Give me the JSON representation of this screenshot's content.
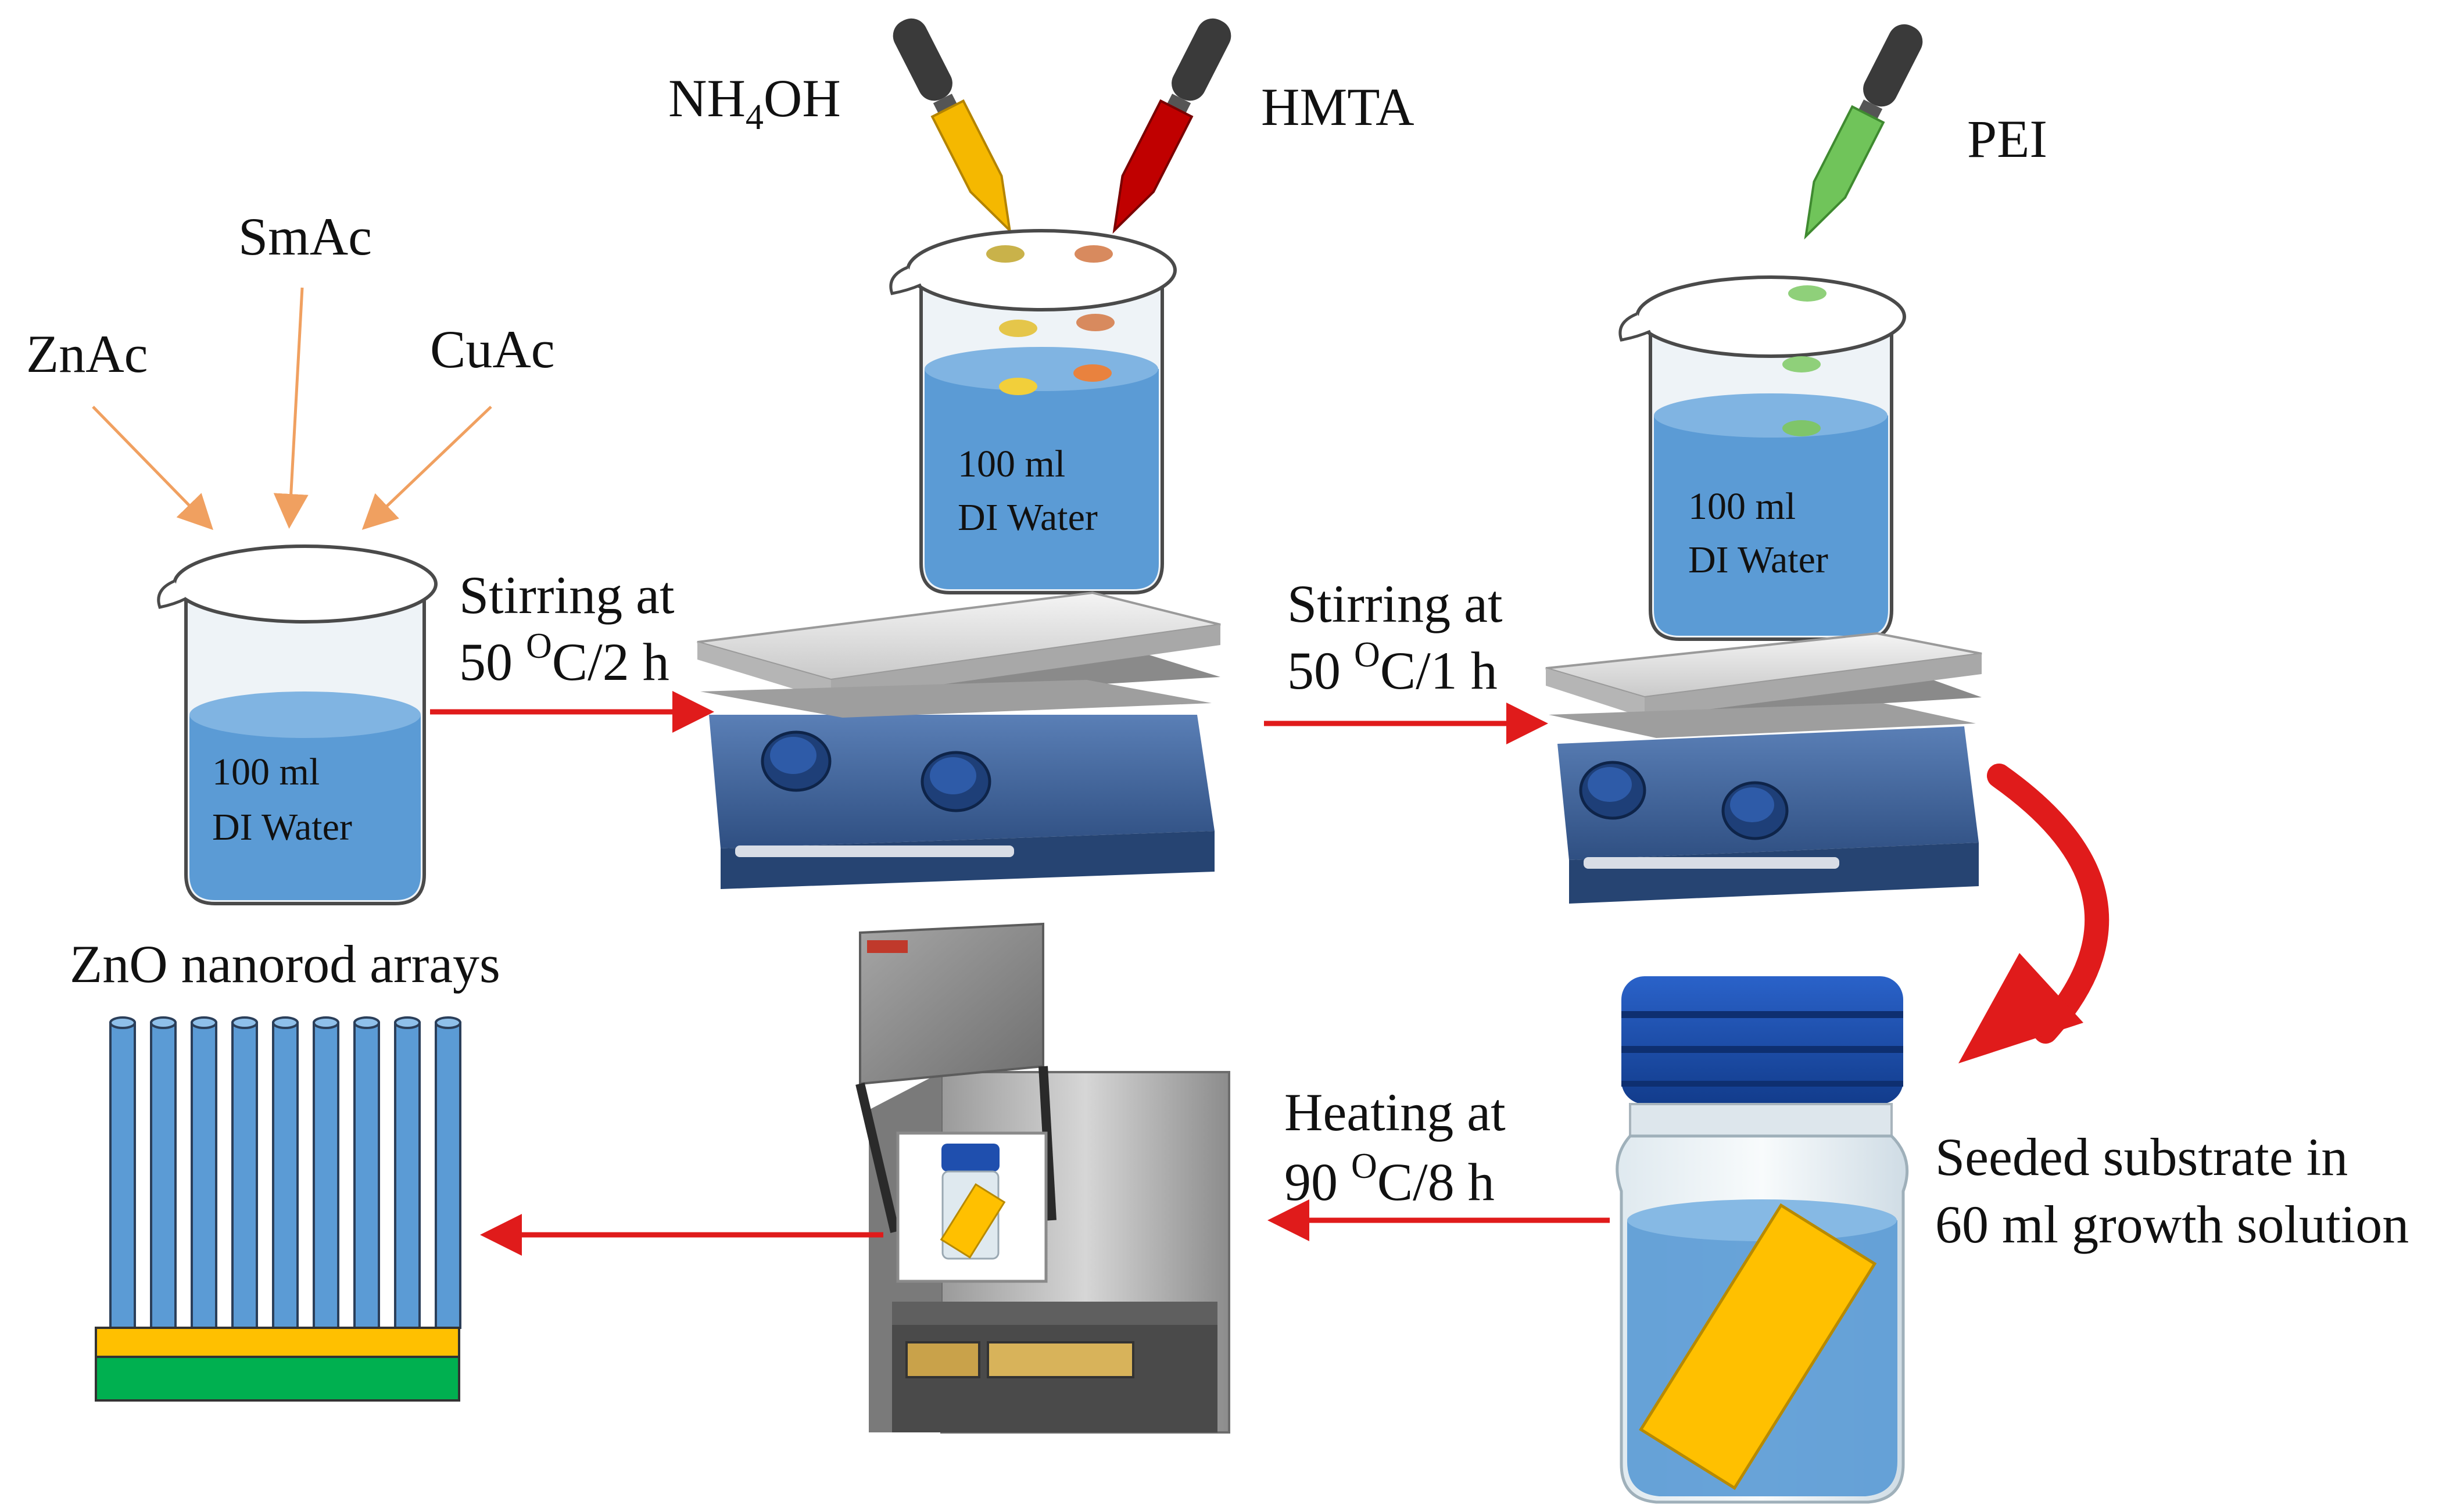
{
  "reagents": {
    "znac": "ZnAc",
    "smac": "SmAc",
    "cuac": "CuAc",
    "nh4oh_main": "NH",
    "nh4oh_sub": "4",
    "nh4oh_tail": "OH",
    "hmta": "HMTA",
    "pei": "PEI"
  },
  "beakers": {
    "volume": "100 ml",
    "solvent": "DI Water"
  },
  "steps": {
    "stir1_line1": "Stirring at",
    "stir1_temp": "50 ",
    "stir1_sup": "O",
    "stir1_rest": "C/2 h",
    "stir2_line1": "Stirring at",
    "stir2_temp": "50 ",
    "stir2_sup": "O",
    "stir2_rest": "C/1 h",
    "heat_line1": "Heating at",
    "heat_temp": "90 ",
    "heat_sup": "O",
    "heat_rest": "C/8 h"
  },
  "products": {
    "seeded_line1": "Seeded substrate in",
    "seeded_line2": "60 ml growth solution",
    "nanorods": "ZnO nanorod arrays"
  },
  "colors": {
    "water": "#5b9bd5",
    "arrow_red": "#e01b1b",
    "substrate_orange": "#ffc000",
    "substrate_green": "#00b050",
    "nanorod_blue": "#5b9bd5",
    "dropper_orange": "#f5b800",
    "dropper_red": "#c00000",
    "dropper_green": "#70c45a"
  }
}
